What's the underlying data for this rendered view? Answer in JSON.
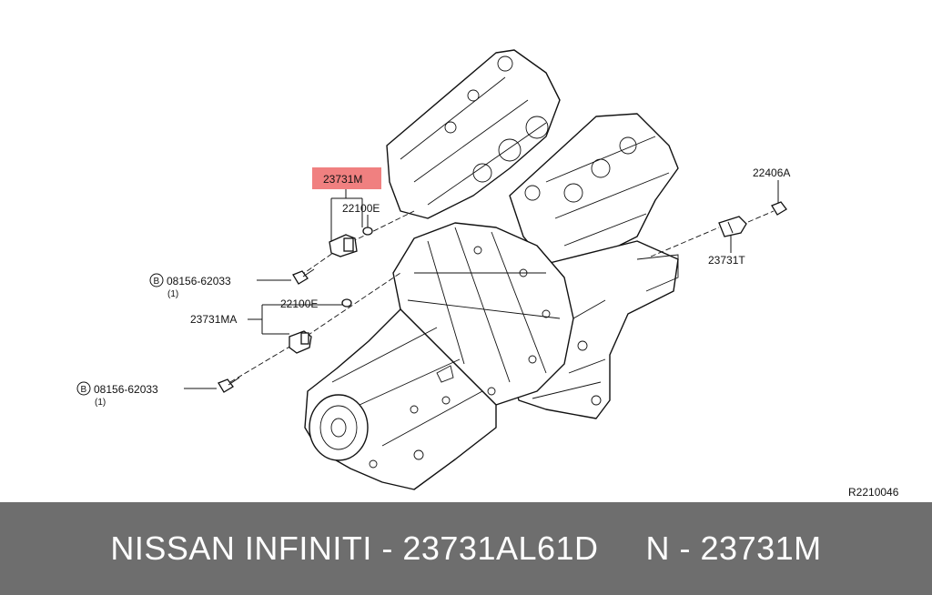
{
  "diagram": {
    "highlight_color": "#f08080",
    "highlight_part": "23731M",
    "labels": {
      "p22406a": "22406A",
      "p23731t": "23731T",
      "p22100e_top": "22100E",
      "p22100e_mid": "22100E",
      "p23731ma": "23731MA",
      "bolt_top": "08156-62033",
      "bolt_top_qty": "(1)",
      "bolt_bottom": "08156-62033",
      "bolt_bottom_qty": "(1)",
      "bolt_marker": "B",
      "ref_code": "R2210046"
    }
  },
  "banner": {
    "background": "#6e6e6e",
    "left_text": "NISSAN INFINITI - 23731AL61D",
    "right_text": "N - 23731M"
  }
}
